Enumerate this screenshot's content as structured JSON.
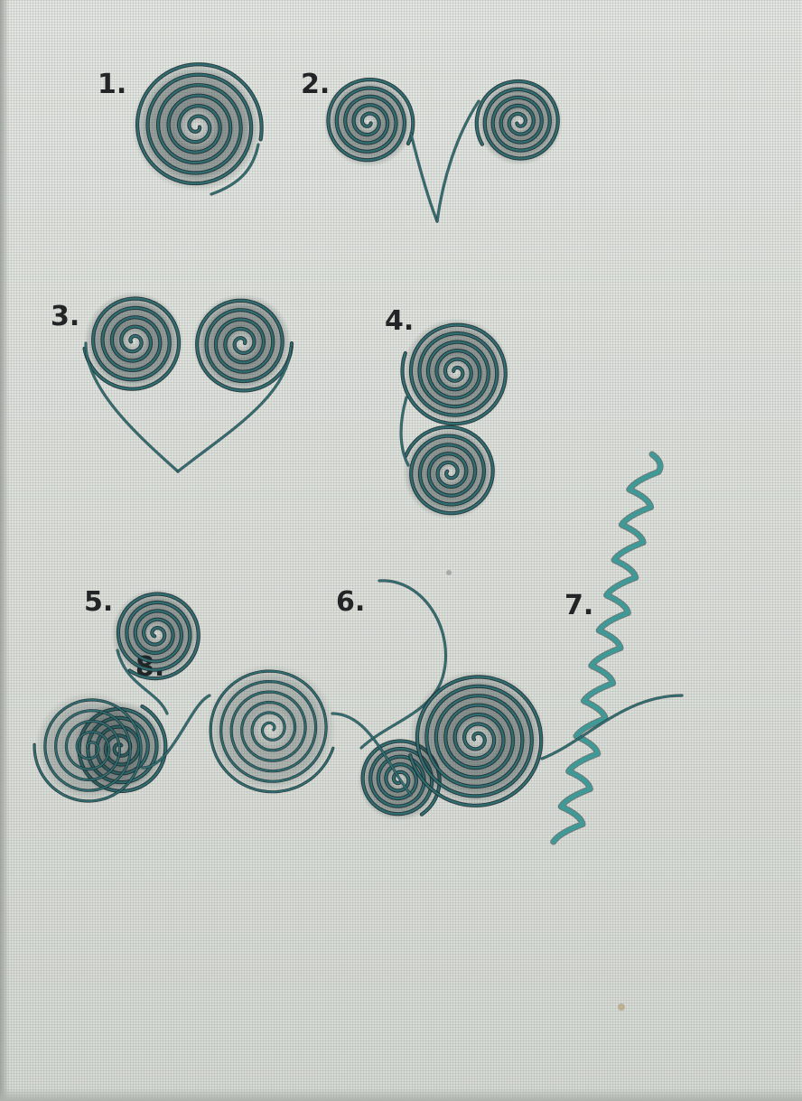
{
  "figures": [
    {
      "id": "f1",
      "label": "1."
    },
    {
      "id": "f2",
      "label": "2."
    },
    {
      "id": "f3",
      "label": "3."
    },
    {
      "id": "f4",
      "label": "4."
    },
    {
      "id": "f5",
      "label": "5."
    },
    {
      "id": "f6",
      "label": "6."
    },
    {
      "id": "f7",
      "label": "7."
    },
    {
      "id": "f8",
      "label": "8."
    }
  ],
  "colors": {
    "paper": "#dde0da",
    "strip": "#2f6f73",
    "strip_dark": "#1b2b2d",
    "strip_light": "#3f9a97",
    "label": "#222426"
  }
}
